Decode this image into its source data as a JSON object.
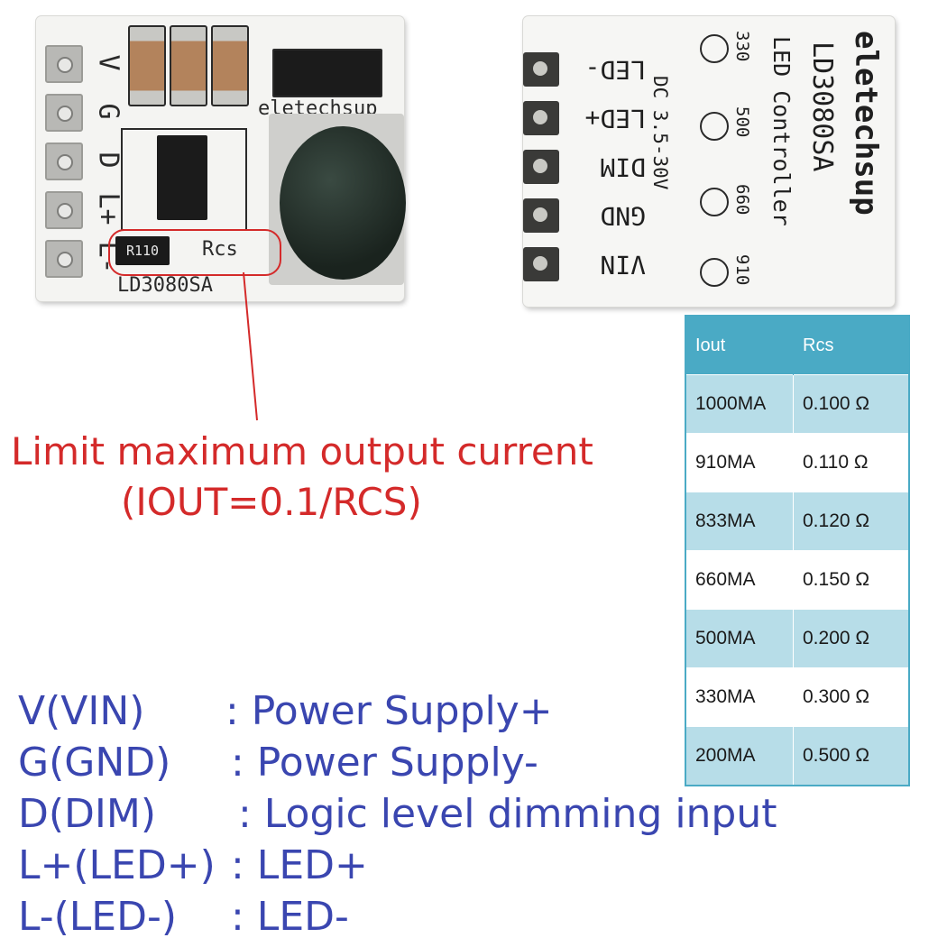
{
  "board_front": {
    "pins": [
      "V",
      "G",
      "D",
      "L+",
      "L-"
    ],
    "brand": "eletechsup",
    "model": "LD3080SA",
    "resistor_marking": "R110",
    "resistor_label": "Rcs"
  },
  "board_back": {
    "pins": [
      "LED-",
      "LED+",
      "DIM",
      "GND",
      "VIN"
    ],
    "brand": "eletechsup",
    "model": "LD3080SA",
    "subtitle": "LED Controller",
    "voltage": "DC 3.5-30V",
    "current_options": [
      "330",
      "500",
      "660",
      "910"
    ]
  },
  "annotation": {
    "line1": "Limit maximum output current",
    "line2": "(IOUT=0.1/RCS)",
    "color": "#d42a2a"
  },
  "table": {
    "headers": [
      "Iout",
      "Rcs"
    ],
    "rows": [
      [
        "1000MA",
        "0.100 Ω"
      ],
      [
        "910MA",
        "0.110 Ω"
      ],
      [
        "833MA",
        "0.120 Ω"
      ],
      [
        "660MA",
        "0.150 Ω"
      ],
      [
        "500MA",
        "0.200 Ω"
      ],
      [
        "330MA",
        "0.300 Ω"
      ],
      [
        "200MA",
        "0.500 Ω"
      ]
    ],
    "header_color": "#4aaac5",
    "band_color": "#b7dde8"
  },
  "legend": {
    "rows": [
      {
        "key": "V(VIN)",
        "desc": ": Power Supply+"
      },
      {
        "key": "G(GND)",
        "desc": ": Power Supply-"
      },
      {
        "key": "D(DIM)",
        "desc": ": Logic level dimming input"
      },
      {
        "key": "L+(LED+)",
        "desc": ": LED+"
      },
      {
        "key": "L-(LED-)",
        "desc": ": LED-"
      }
    ],
    "color": "#3a46b0"
  }
}
